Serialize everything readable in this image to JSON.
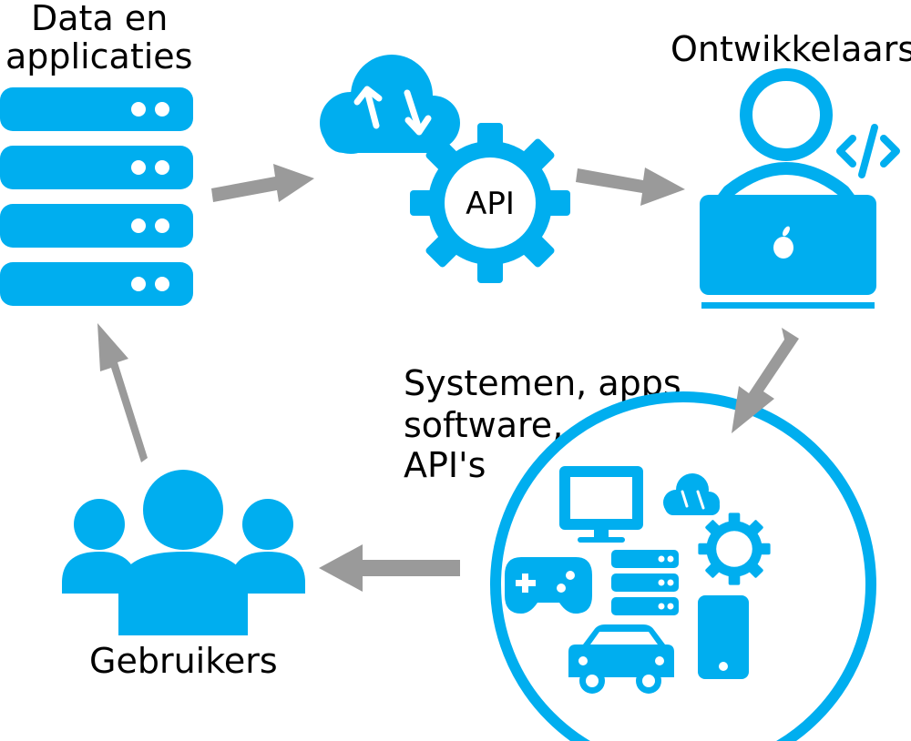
{
  "colors": {
    "accent": "#00AEEF",
    "arrow": "#9A9A9A",
    "text": "#000000",
    "background": "#FFFFFF"
  },
  "nodes": {
    "data": {
      "label_line1": "Data en",
      "label_line2": "applicaties",
      "icon": "server-stack-icon"
    },
    "api": {
      "label": "API",
      "icon": "cloud-gear-icon"
    },
    "developers": {
      "label": "Ontwikkelaars",
      "icon": "developer-laptop-icon"
    },
    "systems": {
      "label_line1": "Systemen, apps",
      "label_line2": "software,",
      "label_line3": "API's",
      "icon": "systems-circle-icon"
    },
    "users": {
      "label": "Gebruikers",
      "icon": "users-group-icon"
    }
  },
  "flow": [
    {
      "from": "data",
      "to": "api"
    },
    {
      "from": "api",
      "to": "developers"
    },
    {
      "from": "developers",
      "to": "systems"
    },
    {
      "from": "systems",
      "to": "users"
    },
    {
      "from": "users",
      "to": "data"
    }
  ]
}
